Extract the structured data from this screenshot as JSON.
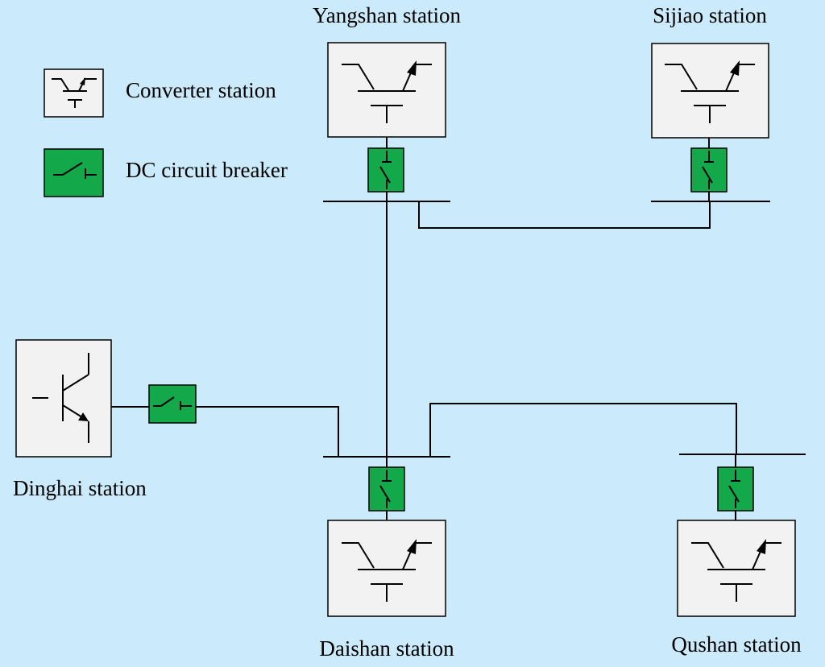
{
  "legend": {
    "converter_label": "Converter station",
    "breaker_label": "DC circuit breaker"
  },
  "stations": {
    "yangshan": "Yangshan station",
    "sijiao": "Sijiao station",
    "dinghai": "Dinghai station",
    "daishan": "Daishan station",
    "qushan": "Qushan station"
  },
  "colors": {
    "background": "#cbeafb",
    "station_box": "#f2f2f2",
    "breaker": "#13a84a",
    "line": "#000000"
  },
  "icons": {
    "converter": "converter-symbol-icon",
    "breaker": "breaker-switch-icon",
    "transistor": "transistor-icon"
  }
}
